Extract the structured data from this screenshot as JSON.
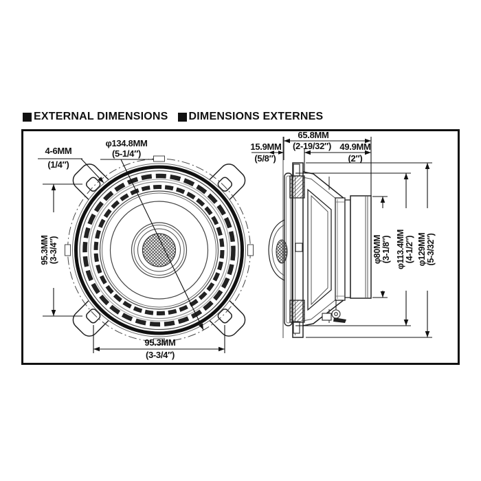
{
  "header": {
    "marker": "■",
    "title_en": "EXTERNAL DIMENSIONS",
    "title_fr": "DIMENSIONS EXTERNES"
  },
  "front_view": {
    "mount_panel_thickness": {
      "mm": "4-6MM",
      "inch": "(1/4″)"
    },
    "overall_diameter": {
      "mm": "φ134.8MM",
      "inch": "(5-1/4″)"
    },
    "hole_pitch_vertical": {
      "mm": "95.3MM",
      "inch": "(3-3/4″)"
    },
    "hole_pitch_horizontal": {
      "mm": "95.3MM",
      "inch": "(3-3/4″)"
    }
  },
  "side_view": {
    "overall_depth": {
      "mm": "65.8MM",
      "inch": "(2-19/32″)"
    },
    "front_protrusion": {
      "mm": "15.9MM",
      "inch": "(5/8″)"
    },
    "mounting_depth": {
      "mm": "49.9MM",
      "inch": "(2″)"
    },
    "magnet_diameter": {
      "mm": "φ80MM",
      "inch": "(3-1/8″)"
    },
    "gasket_diameter": {
      "mm": "φ113.4MM",
      "inch": "(4-1/2″)"
    },
    "frame_diameter": {
      "mm": "φ129MM",
      "inch": "(5-3/32″)"
    }
  },
  "colors": {
    "line": "#1a1a1a",
    "background": "#ffffff"
  }
}
